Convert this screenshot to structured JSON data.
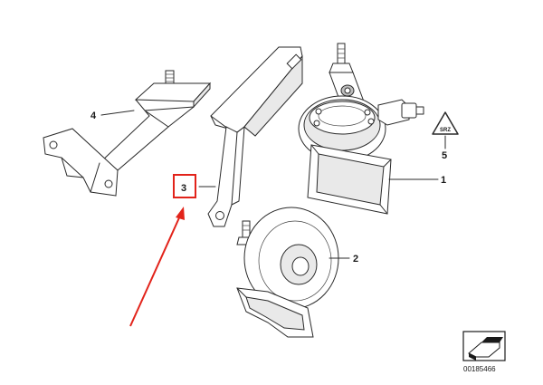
{
  "callouts": [
    {
      "id": "part-1",
      "label": "1"
    },
    {
      "id": "part-2",
      "label": "2"
    },
    {
      "id": "part-3",
      "label": "3"
    },
    {
      "id": "part-4",
      "label": "4"
    },
    {
      "id": "part-5",
      "label": "5"
    }
  ],
  "highlight": {
    "target": "3",
    "color": "#e2231a"
  },
  "arrow": {
    "color": "#e2231a"
  },
  "warning_label": {
    "text": "SRZ"
  },
  "document_number": "00185466",
  "colors": {
    "line": "#2a2a2a",
    "highlight": "#e2231a",
    "background": "#ffffff"
  }
}
